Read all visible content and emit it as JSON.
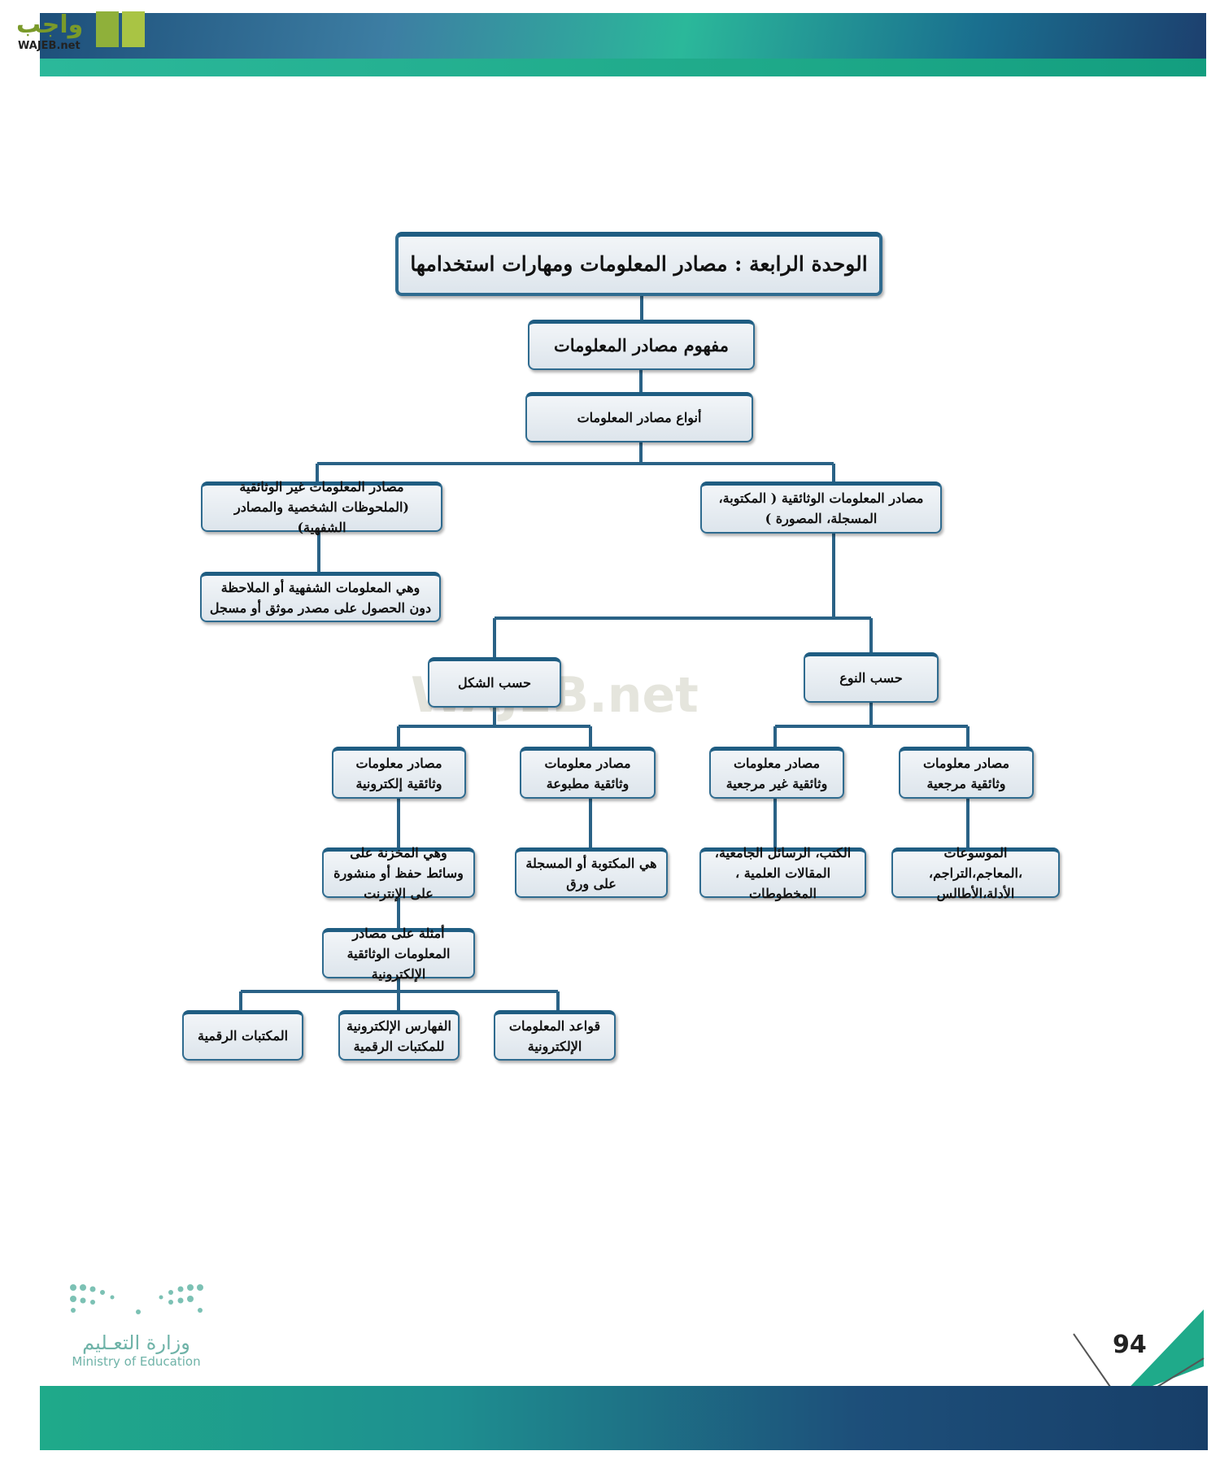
{
  "header": {
    "logo_text": "واجب",
    "logo_sub": "WAJEB.net"
  },
  "chart": {
    "title": "الوحدة الرابعة : مصادر المعلومات ومهارات استخدامها",
    "concept": "مفهوم مصادر المعلومات",
    "types": "أنواع مصادر المعلومات",
    "documentary": "مصادر المعلومات الوثائقية ( المكتوبة، المسجلة، المصورة )",
    "non_documentary": "مصادر المعلومات غير الوثائقية (الملحوظات الشخصية والمصادر الشفهية)",
    "non_documentary_desc": "وهي المعلومات الشفهية أو الملاحظة دون الحصول على مصدر موثق أو مسجل",
    "by_type": "حسب النوع",
    "by_form": "حسب الشكل",
    "reference": "مصادر معلومات وثائقية مرجعية",
    "non_reference": "مصادر معلومات وثائقية غير مرجعية",
    "printed": "مصادر معلومات وثائقية مطبوعة",
    "electronic": "مصادر معلومات وثائقية إلكترونية",
    "reference_desc": "الموسوعات ،المعاجم،التراجم، الأدلة،الأطالس",
    "non_reference_desc": "الكتب، الرسائل الجامعية، المقالات العلمية ، المخطوطات",
    "printed_desc": "هي المكتوبة أو المسجلة على ورق",
    "electronic_desc": "وهي المخزنة على وسائط حفظ أو منشورة على الإنترنت",
    "examples": "أمثلة على مصادر المعلومات الوثائقية الإلكترونية",
    "ex_databases": "قواعد المعلومات الإلكترونية",
    "ex_catalogs": "الفهارس الإلكترونية للمكتبات الرقمية",
    "ex_libraries": "المكتبات الرقمية"
  },
  "footer": {
    "page_number": "94",
    "ministry_ar": "وزارة التعـليم",
    "ministry_en": "Ministry of Education"
  },
  "colors": {
    "line": "#2a6286",
    "accent": "#1faa8a"
  }
}
